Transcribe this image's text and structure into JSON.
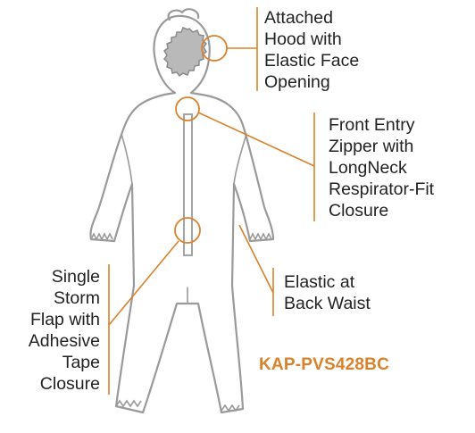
{
  "colors": {
    "accent": "#d9822b",
    "outline": "#9a9a9a",
    "face": "#b9b9b9",
    "text": "#222222"
  },
  "callouts": {
    "hood": {
      "lines": [
        "Attached",
        "Hood with",
        "Elastic Face",
        "Opening"
      ]
    },
    "zipper": {
      "lines": [
        "Front Entry",
        "Zipper with",
        "LongNeck",
        "Respirator-Fit",
        "Closure"
      ]
    },
    "waist": {
      "lines": [
        "Elastic at",
        "Back Waist"
      ]
    },
    "flap": {
      "lines": [
        "Single",
        "Storm",
        "Flap with",
        "Adhesive",
        "Tape",
        "Closure"
      ]
    }
  },
  "model_code": "KAP-PVS428BC"
}
